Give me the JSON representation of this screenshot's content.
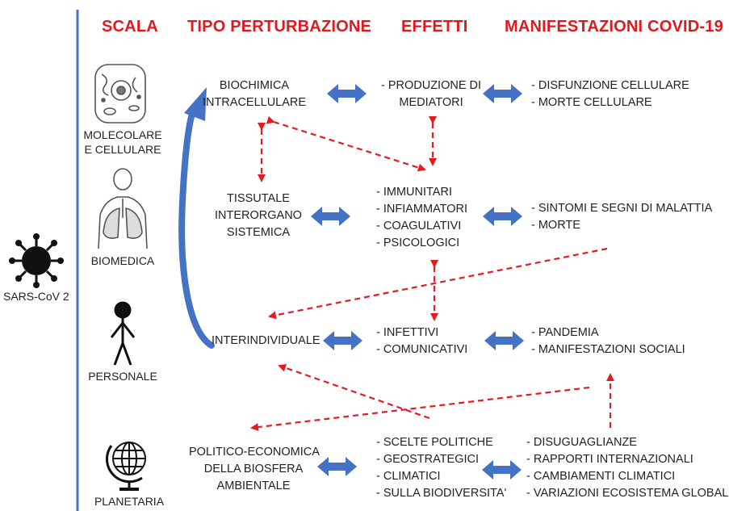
{
  "headers": {
    "scala": "SCALA",
    "tipo": "TIPO PERTURBAZIONE",
    "effetti": "EFFETTI",
    "manifestazioni": "MANIFESTAZIONI COVID-19"
  },
  "virus_label": "SARS-CoV 2",
  "rows": [
    {
      "scale_lines": [
        "MOLECOLARE",
        "E CELLULARE"
      ],
      "scale_icon": "cell-icon",
      "tipo_lines": [
        "BIOCHIMICA",
        "INTRACELLULARE"
      ],
      "effetti": [
        "- PRODUZIONE DI",
        "MEDIATORI"
      ],
      "manifestazioni": [
        "- DISFUNZIONE CELLULARE",
        "- MORTE CELLULARE"
      ]
    },
    {
      "scale_lines": [
        "BIOMEDICA"
      ],
      "scale_icon": "lungs-icon",
      "tipo_lines": [
        "TISSUTALE",
        "INTERORGANO",
        "SISTEMICA"
      ],
      "effetti": [
        "- IMMUNITARI",
        "- INFIAMMATORI",
        "- COAGULATIVI",
        "- PSICOLOGICI"
      ],
      "manifestazioni": [
        "- SINTOMI E SEGNI DI MALATTIA",
        "- MORTE"
      ]
    },
    {
      "scale_lines": [
        "PERSONALE"
      ],
      "scale_icon": "person-icon",
      "tipo_lines": [
        "INTERINDIVIDUALE"
      ],
      "effetti": [
        "- INFETTIVI",
        "- COMUNICATIVI"
      ],
      "manifestazioni": [
        "- PANDEMIA",
        "- MANIFESTAZIONI SOCIALI"
      ]
    },
    {
      "scale_lines": [
        "PLANETARIA"
      ],
      "scale_icon": "globe-icon",
      "tipo_lines": [
        "POLITICO-ECONOMICA",
        "DELLA BIOSFERA",
        "AMBIENTALE"
      ],
      "effetti": [
        "- SCELTE POLITICHE",
        "- GEOSTRATEGICI",
        "- CLIMATICI",
        "- SULLA BIODIVERSITA'"
      ],
      "manifestazioni": [
        "- DISUGUAGLIANZE",
        "- RAPPORTI INTERNAZIONALI",
        "- CAMBIAMENTI CLIMATICI",
        "- VARIAZIONI ECOSISTEMA GLOBALE"
      ]
    }
  ],
  "colors": {
    "header": "#e0191f",
    "blue_arrow": "#4472c4",
    "red_dashed": "#e31b23",
    "divider": "#4a6fd0"
  }
}
